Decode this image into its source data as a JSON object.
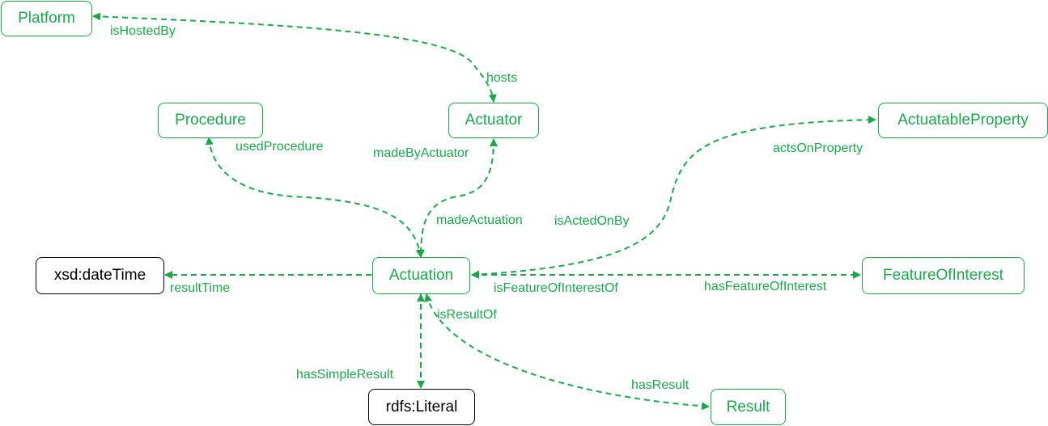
{
  "colors": {
    "class_node": "#1aa84a",
    "literal_node": "#000000",
    "edge": "#1aa84a"
  },
  "nodes": {
    "platform": "Platform",
    "actuator": "Actuator",
    "procedure": "Procedure",
    "actuatable_property": "ActuatableProperty",
    "actuation": "Actuation",
    "xsd_datetime": "xsd:dateTime",
    "feature_of_interest": "FeatureOfInterest",
    "rdfs_literal": "rdfs:Literal",
    "result": "Result"
  },
  "edges": {
    "is_hosted_by": "isHostedBy",
    "hosts": "hosts",
    "used_procedure": "usedProcedure",
    "made_by_actuator": "madeByActuator",
    "made_actuation": "madeActuation",
    "is_acted_on_by": "isActedOnBy",
    "acts_on_property": "actsOnProperty",
    "result_time": "resultTime",
    "is_feature_of_interest_of": "isFeatureOfInterestOf",
    "has_feature_of_interest": "hasFeatureOfInterest",
    "is_result_of": "isResultOf",
    "has_simple_result": "hasSimpleResult",
    "has_result": "hasResult"
  }
}
